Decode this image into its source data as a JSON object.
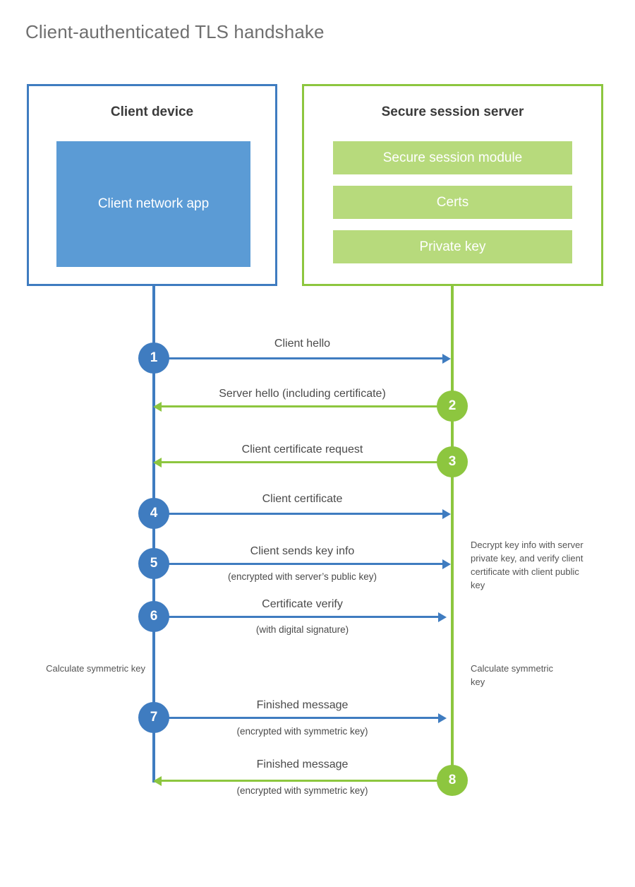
{
  "title": "Client-authenticated TLS handshake",
  "colors": {
    "client_blue": "#3f7cc0",
    "client_app_fill": "#5b9bd5",
    "server_green": "#8dc63f",
    "server_block_fill": "#b7da7c",
    "title_gray": "#6f6f6f",
    "text_gray": "#4a4a4a",
    "note_gray": "#555555",
    "background": "#ffffff"
  },
  "actors": {
    "client": {
      "title": "Client device",
      "blocks": [
        {
          "label": "Client network app"
        }
      ]
    },
    "server": {
      "title": "Secure session server",
      "blocks": [
        {
          "label": "Secure session module"
        },
        {
          "label": "Certs"
        },
        {
          "label": "Private key"
        }
      ]
    }
  },
  "steps": [
    {
      "number": "1",
      "label": "Client hello",
      "sublabel": "",
      "direction": "client-to-server",
      "origin": "client"
    },
    {
      "number": "2",
      "label": "Server hello (including certificate)",
      "sublabel": "",
      "direction": "server-to-client",
      "origin": "server"
    },
    {
      "number": "3",
      "label": "Client certificate request",
      "sublabel": "",
      "direction": "server-to-client",
      "origin": "server"
    },
    {
      "number": "4",
      "label": "Client certificate",
      "sublabel": "",
      "direction": "client-to-server",
      "origin": "client"
    },
    {
      "number": "5",
      "label": "Client sends key info",
      "sublabel": "(encrypted with server’s public key)",
      "direction": "client-to-server",
      "origin": "client"
    },
    {
      "number": "6",
      "label": "Certificate verify",
      "sublabel": "(with digital signature)",
      "direction": "client-to-server",
      "origin": "client"
    },
    {
      "number": "7",
      "label": "Finished message",
      "sublabel": "(encrypted with symmetric key)",
      "direction": "client-to-server",
      "origin": "client"
    },
    {
      "number": "8",
      "label": "Finished message",
      "sublabel": "(encrypted with symmetric key)",
      "direction": "server-to-client",
      "origin": "server"
    }
  ],
  "annotations": {
    "server_decrypt_note": "Decrypt key info with server private key, and verify client certificate with client public key",
    "client_calculate_note": "Calculate symmetric key",
    "server_calculate_note": "Calculate symmetric key"
  }
}
